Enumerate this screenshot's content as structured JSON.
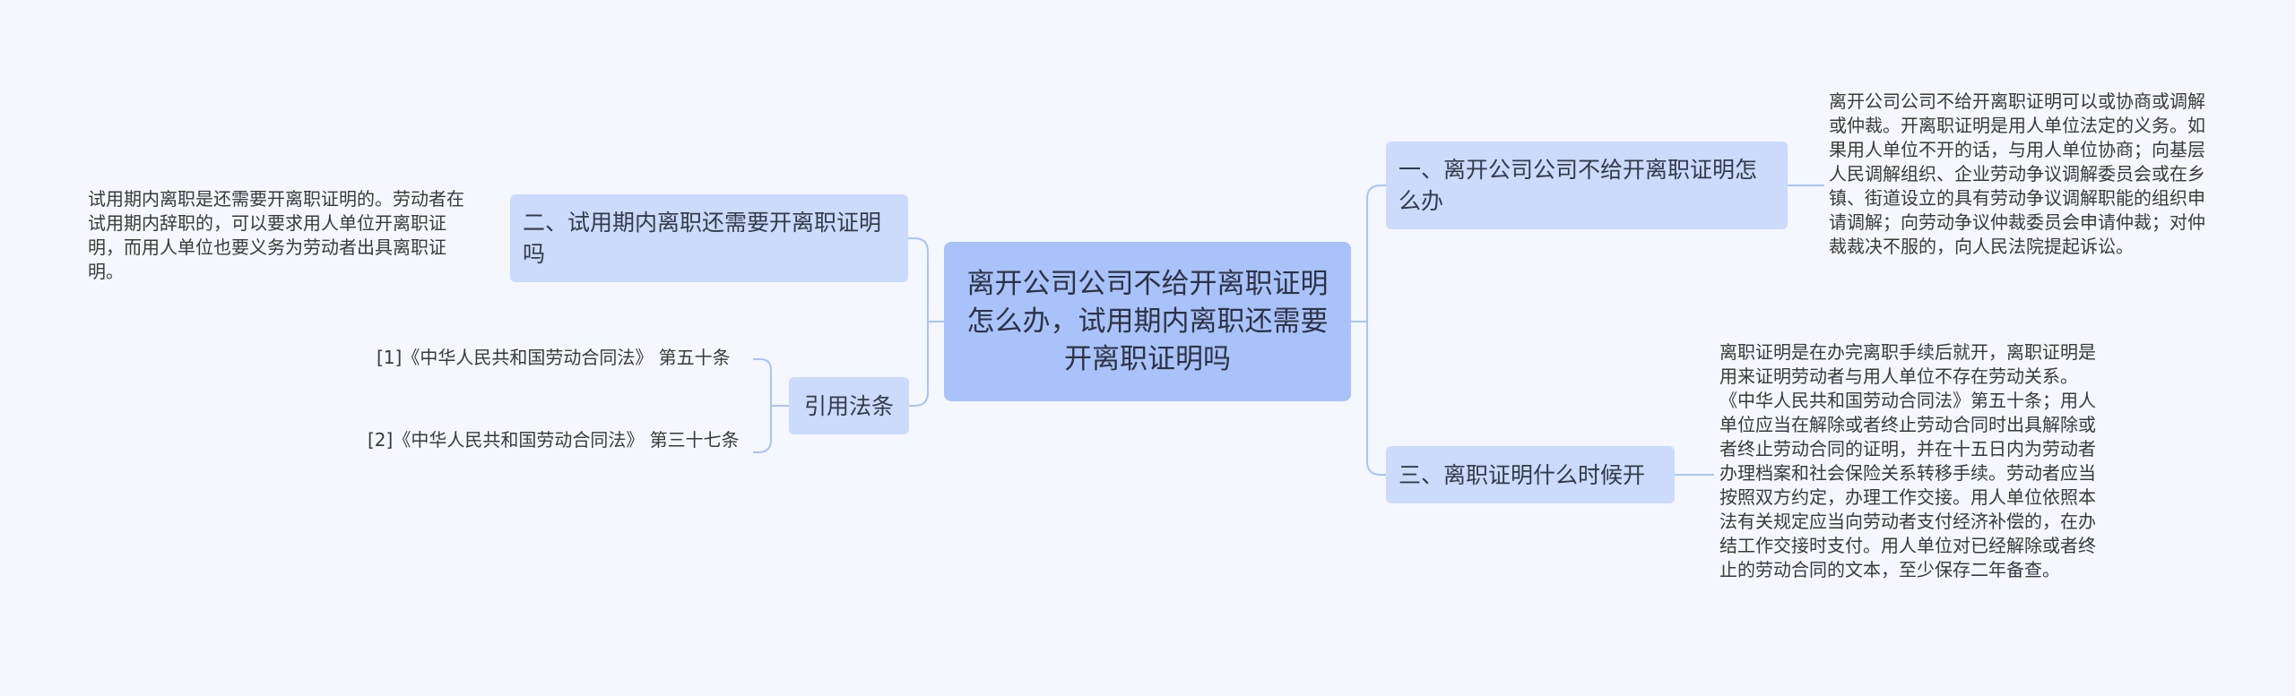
{
  "colors": {
    "background": "#f4f7fd",
    "root_fill": "#a9c3fa",
    "branch_fill": "#ccdafb",
    "connector": "#a9c3fa"
  },
  "root": {
    "label": "离开公司公司不给开离职证明怎么办，试用期内离职还需要开离职证明吗"
  },
  "branches": [
    {
      "label": "一、离开公司公司不给开离职证明怎么办",
      "detail": "离开公司公司不给开离职证明可以或协商或调解或仲裁。开离职证明是用人单位法定的义务。如果用人单位不开的话，与用人单位协商；向基层人民调解组织、企业劳动争议调解委员会或在乡镇、街道设立的具有劳动争议调解职能的组织申请调解；向劳动争议仲裁委员会申请仲裁；对仲裁裁决不服的，向人民法院提起诉讼。"
    },
    {
      "label": "二、试用期内离职还需要开离职证明吗",
      "detail": "试用期内离职是还需要开离职证明的。劳动者在试用期内辞职的，可以要求用人单位开离职证明，而用人单位也要义务为劳动者出具离职证明。"
    },
    {
      "label": "引用法条",
      "references": [
        "[1]《中华人民共和国劳动合同法》 第五十条",
        "[2]《中华人民共和国劳动合同法》 第三十七条"
      ]
    },
    {
      "label": "三、离职证明什么时候开",
      "detail": "离职证明是在办完离职手续后就开，离职证明是用来证明劳动者与用人单位不存在劳动关系。《中华人民共和国劳动合同法》第五十条；用人单位应当在解除或者终止劳动合同时出具解除或者终止劳动合同的证明，并在十五日内为劳动者办理档案和社会保险关系转移手续。劳动者应当按照双方约定，办理工作交接。用人单位依照本法有关规定应当向劳动者支付经济补偿的，在办结工作交接时支付。用人单位对已经解除或者终止的劳动合同的文本，至少保存二年备查。"
    }
  ]
}
